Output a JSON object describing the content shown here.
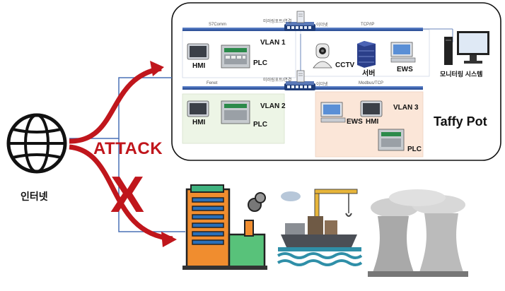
{
  "honeypot": {
    "title": "Taffy Pot",
    "switch_top_label": "미러링포트/연결",
    "switch_mid_label": "미러링포트/연결",
    "vlan1": {
      "name": "VLAN 1",
      "bus_label": "S7Comm",
      "hmi": "HMI",
      "plc": "PLC"
    },
    "ethernet_top": "이더넷",
    "tcpip": "TCP/IP",
    "cctv": "CCTV",
    "server": "서버",
    "ews_top": "EWS",
    "monitor": "모니터링 시스템",
    "vlan2": {
      "name": "VLAN 2",
      "bus_label": "Fenet",
      "hmi": "HMI",
      "plc": "PLC"
    },
    "ethernet_mid": "이더넷",
    "modbus": "Modbus/TCP",
    "vlan3": {
      "name": "VLAN 3",
      "ews": "EWS",
      "hmi": "HMI",
      "plc": "PLC"
    }
  },
  "attack_label": "ATTACK",
  "blocked_mark": "X",
  "internet_label": "인터넷",
  "colors": {
    "attack_red": "#c0161c",
    "vlan2_bg": "#edf5e6",
    "vlan3_bg": "#fbe6d8",
    "bus_blue": "#4a70b5"
  }
}
